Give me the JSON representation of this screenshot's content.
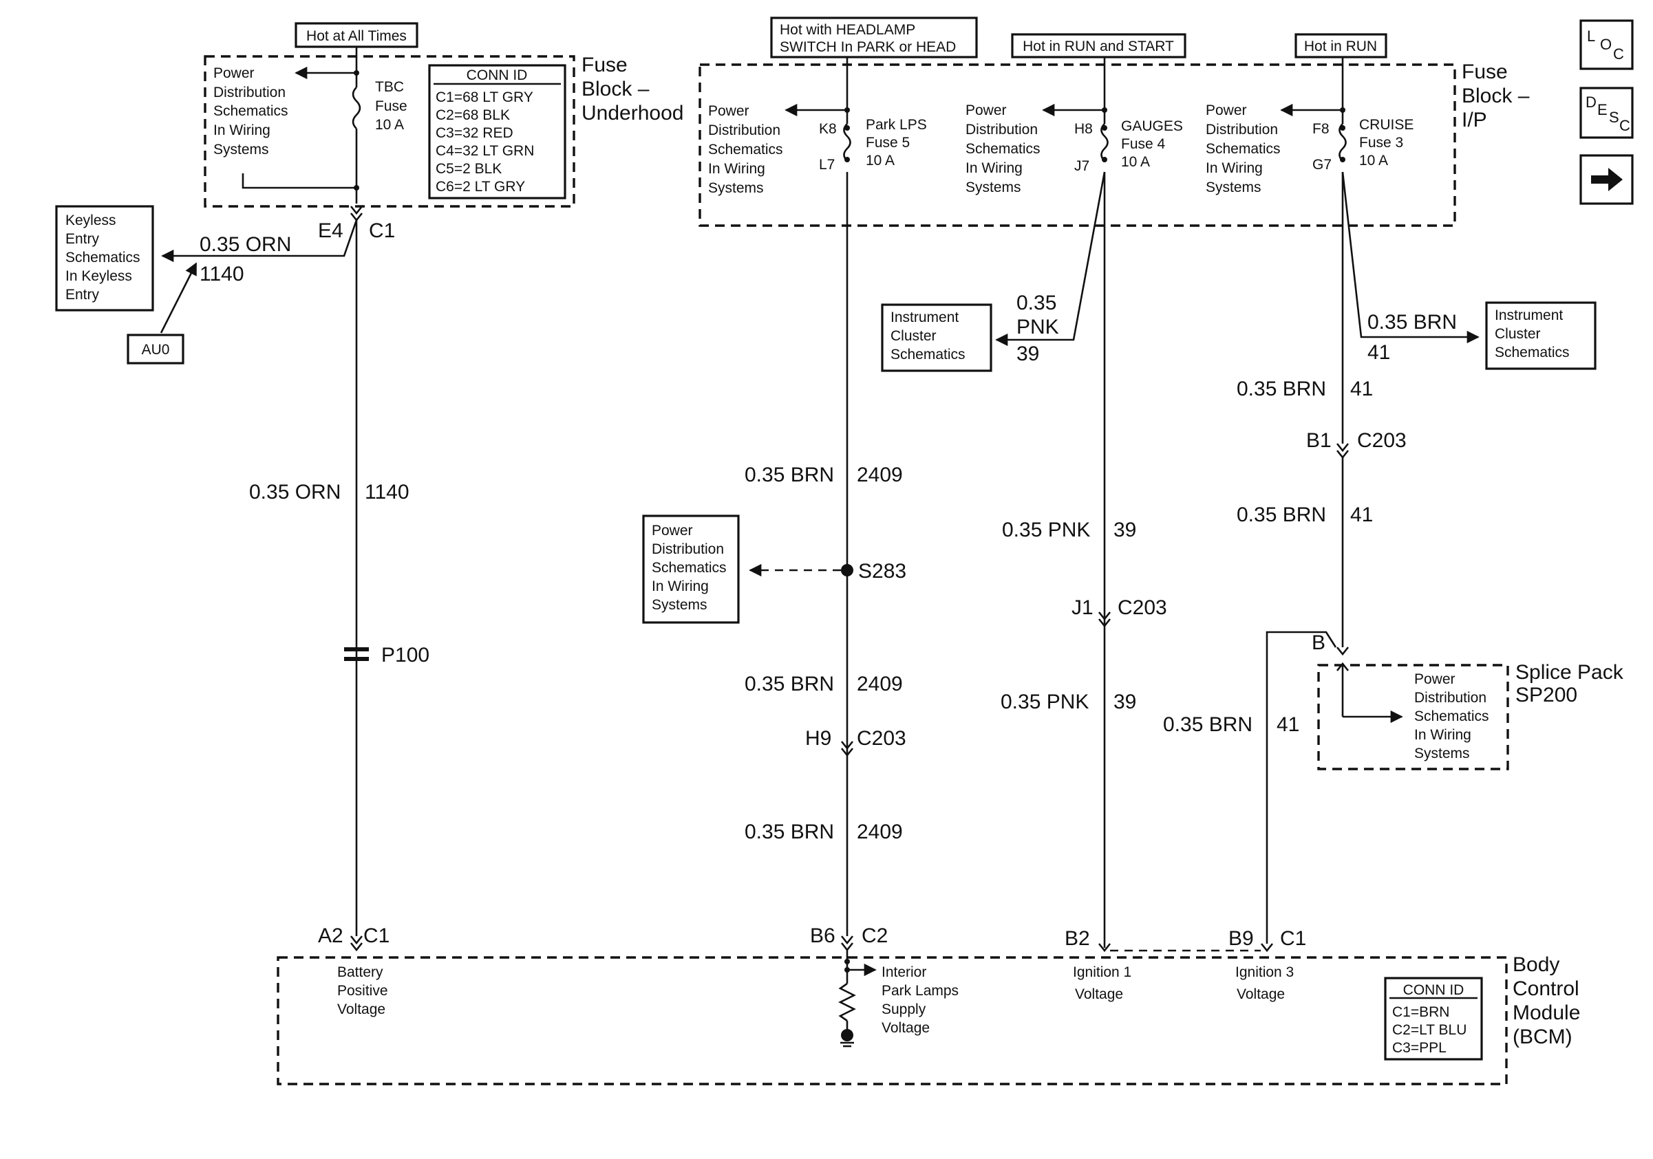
{
  "headers": {
    "hot_at_all_times": "Hot at All Times",
    "headlamp_1": "Hot with HEADLAMP",
    "headlamp_2": "SWITCH In PARK or HEAD",
    "run_start": "Hot in RUN and START",
    "run": "Hot in RUN"
  },
  "fuse_block_underhood": {
    "label_1": "Fuse",
    "label_2": "Block –",
    "label_3": "Underhood",
    "power_dist": [
      "Power",
      "Distribution",
      "Schematics",
      "In Wiring",
      "Systems"
    ],
    "fuse_1": "TBC",
    "fuse_2": "Fuse",
    "fuse_3": "10 A",
    "conn_title": "CONN ID",
    "conn_rows": [
      "C1=68 LT GRY",
      "C2=68 BLK",
      "C3=32 RED",
      "C4=32 LT GRN",
      "C5=2 BLK",
      "C6=2 LT GRY"
    ]
  },
  "fuse_block_ip": {
    "label_1": "Fuse",
    "label_2": "Block –",
    "label_3": "I/P",
    "power_dist": [
      "Power",
      "Distribution",
      "Schematics",
      "In Wiring",
      "Systems"
    ],
    "fuse5": {
      "in": "K8",
      "out": "L7",
      "l1": "Park LPS",
      "l2": "Fuse 5",
      "l3": "10 A"
    },
    "fuse4": {
      "in": "H8",
      "out": "J7",
      "l1": "GAUGES",
      "l2": "Fuse 4",
      "l3": "10 A"
    },
    "fuse3": {
      "in": "F8",
      "out": "G7",
      "l1": "CRUISE",
      "l2": "Fuse 3",
      "l3": "10 A"
    }
  },
  "keyless": [
    "Keyless",
    "Entry",
    "Schematics",
    "In Keyless",
    "Entry"
  ],
  "au0": "AU0",
  "instrument_cluster": [
    "Instrument",
    "Cluster",
    "Schematics"
  ],
  "power_dist": [
    "Power",
    "Distribution",
    "Schematics",
    "In Wiring",
    "Systems"
  ],
  "wires": {
    "orn_size": "0.35 ORN",
    "orn_num": "1140",
    "brn_size": "0.35 BRN",
    "brn_2409": "2409",
    "pnk_size": "0.35 PNK",
    "pnk_size_a": "0.35",
    "pnk_size_b": "PNK",
    "pnk_num": "39",
    "brn_41": "41"
  },
  "connectors": {
    "e4": "E4",
    "c1": "C1",
    "p100": "P100",
    "s283": "S283",
    "h9": "H9",
    "c203": "C203",
    "j1": "J1",
    "b1": "B1",
    "b": "B",
    "a2": "A2",
    "b6": "B6",
    "c2": "C2",
    "b2": "B2",
    "b9": "B9"
  },
  "splice_pack": {
    "l1": "Splice Pack",
    "l2": "SP200"
  },
  "bcm": {
    "l1": "Body",
    "l2": "Control",
    "l3": "Module",
    "l4": "(BCM)",
    "battery": [
      "Battery",
      "Positive",
      "Voltage"
    ],
    "park": [
      "Interior",
      "Park Lamps",
      "Supply",
      "Voltage"
    ],
    "ign1": [
      "Ignition 1",
      "Voltage"
    ],
    "ign3": [
      "Ignition 3",
      "Voltage"
    ],
    "conn_title": "CONN ID",
    "conn_rows": [
      "C1=BRN",
      "C2=LT BLU",
      "C3=PPL"
    ]
  },
  "nav": {
    "loc": [
      "L",
      "O",
      "C"
    ],
    "desc": [
      "D",
      "E",
      "S",
      "C"
    ],
    "next_icon": "arrow-right"
  }
}
